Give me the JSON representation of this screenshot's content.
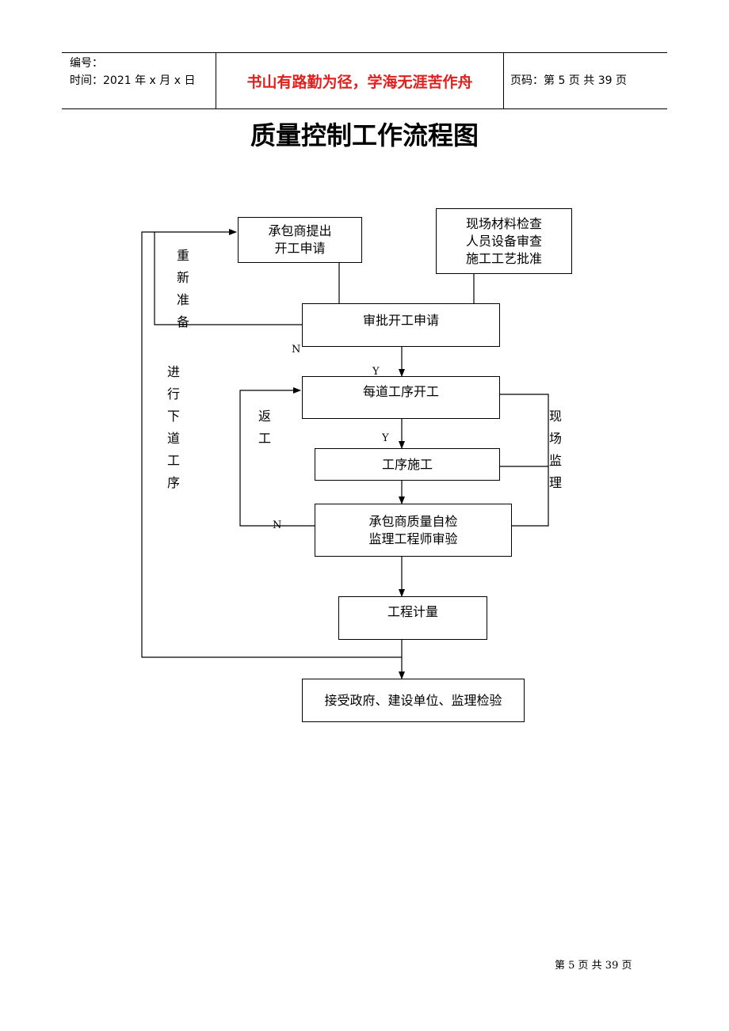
{
  "header": {
    "serial_label": "编号：",
    "time_label": "时间：2021 年 x 月 x 日",
    "motto": "书山有路勤为径，学海无涯苦作舟",
    "pager": "页码：第 5 页  共 39 页"
  },
  "title": "质量控制工作流程图",
  "flow": {
    "apply_start": "承包商提出\n开工申请",
    "site_check": "现场材料检查\n人员设备审查\n施工工艺批准",
    "approve": "审批开工申请",
    "each_process": "每道工序开工",
    "construction": "工序施工",
    "self_check": "承包商质量自检\n监理工程师审验",
    "measure": "工程计量",
    "accept": "接受政府、建设单位、监理检验",
    "reprepare": "重\n新\n准\n备",
    "next_process": "进\n行\n下\n道\n工\n序",
    "rework": "返\n工",
    "supervision": "现\n场\n监\n理",
    "n1": "N",
    "y1": "Y",
    "y2": "Y",
    "n2": "N"
  },
  "footer": "第 5 页  共 39 页"
}
